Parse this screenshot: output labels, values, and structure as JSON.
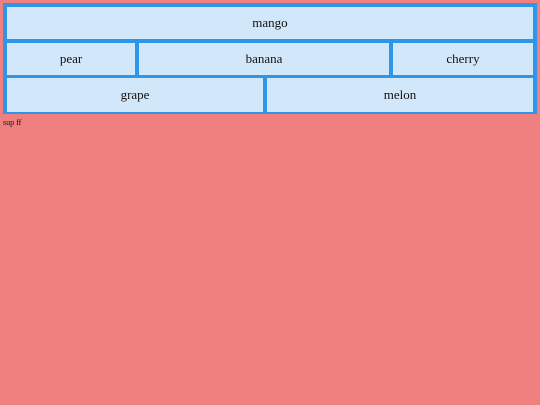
{
  "colors": {
    "background": "#f08080",
    "grid_border": "#2e95e8",
    "cell_fill": "#d3e7fa"
  },
  "grid": {
    "row1": [
      "mango"
    ],
    "row2": [
      "pear",
      "banana",
      "cherry"
    ],
    "row3": [
      "grape",
      "melon"
    ]
  },
  "footer": {
    "text": "sup ff"
  }
}
